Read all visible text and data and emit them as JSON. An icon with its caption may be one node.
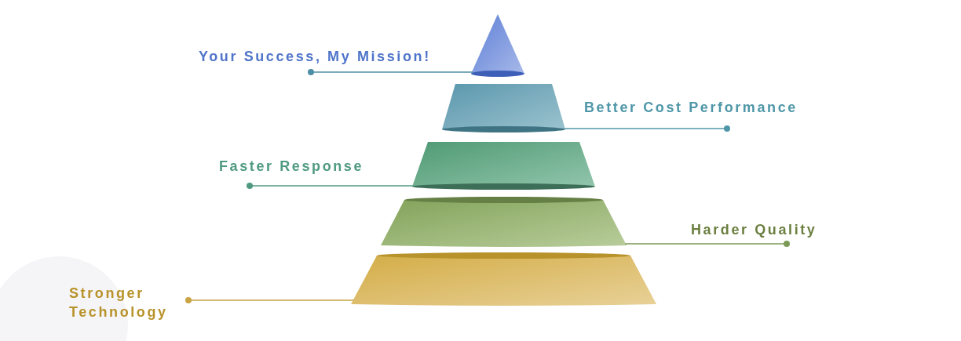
{
  "diagram": {
    "nodes": [
      {
        "text": [
          "Your Success, My Mission!"
        ]
      },
      {
        "text": [
          "Better Cost Performance"
        ]
      },
      {
        "text": [
          "Faster Response"
        ]
      },
      {
        "text": [
          "Harder Quality"
        ]
      },
      {
        "text": [
          "Stronger Technology"
        ]
      },
      {
        "text": [],
        "shape": "cone"
      },
      {
        "text": [],
        "shape": "trapezoid"
      },
      {
        "text": [],
        "shape": "trapezoid"
      },
      {
        "text": [],
        "shape": "trapezoid"
      },
      {
        "text": [],
        "shape": "trapezoid"
      }
    ],
    "edges": [
      {
        "from": 0,
        "to": 5,
        "arrow": "other",
        "color": "#4f8fa6"
      },
      {
        "from": 1,
        "to": 6,
        "arrow": "other",
        "color": "#4f97a8"
      },
      {
        "from": 2,
        "to": 7,
        "arrow": "other",
        "color": "#4f9a80"
      },
      {
        "from": 3,
        "to": 8,
        "arrow": "other",
        "color": "#7a9a55"
      },
      {
        "from": 4,
        "to": 9,
        "arrow": "other",
        "color": "#c9a545"
      }
    ]
  }
}
